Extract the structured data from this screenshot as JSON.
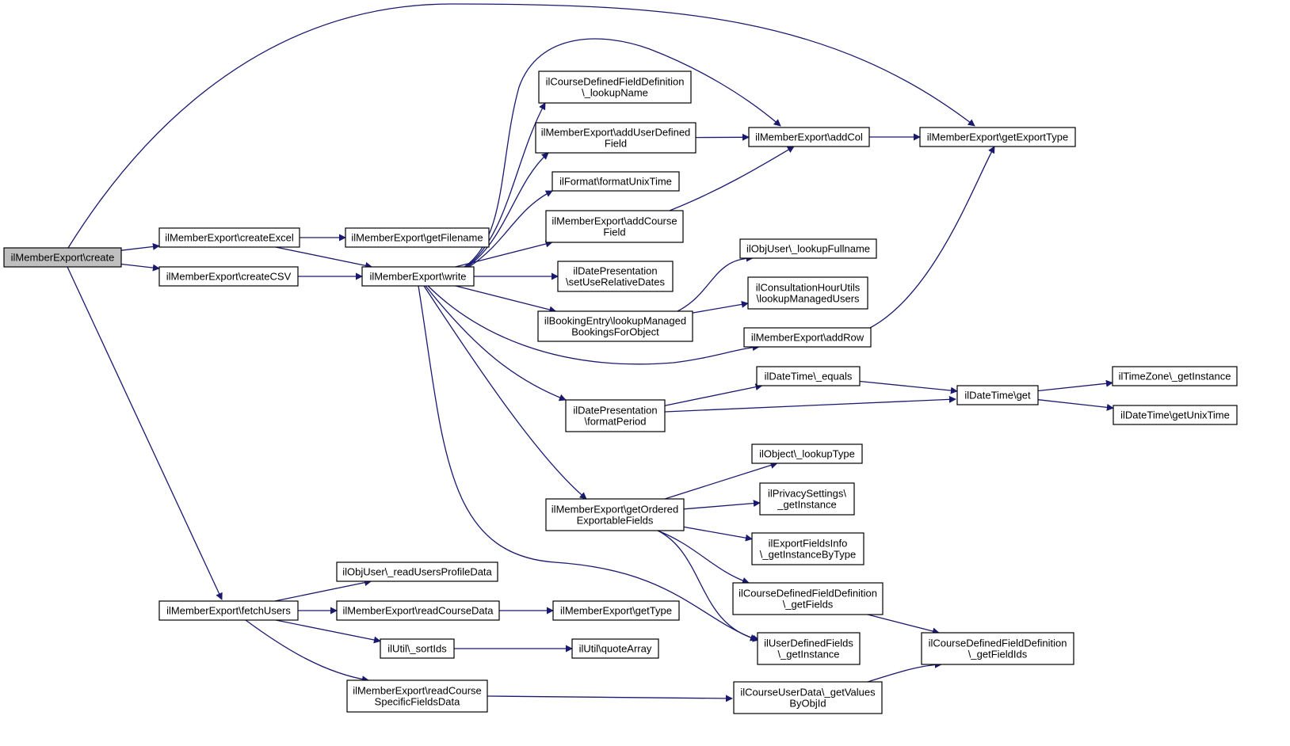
{
  "colors": {
    "edge": "#191970",
    "root_fill": "#bfbfbf",
    "node_fill": "#ffffff",
    "node_border": "#000000"
  },
  "nodes": [
    {
      "id": "create",
      "lines": [
        "ilMemberExport\\create"
      ],
      "root": true
    },
    {
      "id": "createExcel",
      "lines": [
        "ilMemberExport\\createExcel"
      ]
    },
    {
      "id": "createCSV",
      "lines": [
        "ilMemberExport\\createCSV"
      ]
    },
    {
      "id": "getFilename",
      "lines": [
        "ilMemberExport\\getFilename"
      ]
    },
    {
      "id": "write",
      "lines": [
        "ilMemberExport\\write"
      ]
    },
    {
      "id": "lookupName",
      "lines": [
        "ilCourseDefinedFieldDefinition",
        "\\_lookupName"
      ]
    },
    {
      "id": "addUserDefinedField",
      "lines": [
        "ilMemberExport\\addUserDefined",
        "Field"
      ]
    },
    {
      "id": "formatUnixTime",
      "lines": [
        "ilFormat\\formatUnixTime"
      ]
    },
    {
      "id": "addCourseField",
      "lines": [
        "ilMemberExport\\addCourse",
        "Field"
      ]
    },
    {
      "id": "setUseRelativeDates",
      "lines": [
        "ilDatePresentation",
        "\\setUseRelativeDates"
      ]
    },
    {
      "id": "lookupManagedBookings",
      "lines": [
        "ilBookingEntry\\lookupManaged",
        "BookingsForObject"
      ]
    },
    {
      "id": "addCol",
      "lines": [
        "ilMemberExport\\addCol"
      ]
    },
    {
      "id": "getExportType",
      "lines": [
        "ilMemberExport\\getExportType"
      ]
    },
    {
      "id": "lookupFullname",
      "lines": [
        "ilObjUser\\_lookupFullname"
      ]
    },
    {
      "id": "lookupManagedUsers",
      "lines": [
        "ilConsultationHourUtils",
        "\\lookupManagedUsers"
      ]
    },
    {
      "id": "addRow",
      "lines": [
        "ilMemberExport\\addRow"
      ]
    },
    {
      "id": "equals",
      "lines": [
        "ilDateTime\\_equals"
      ]
    },
    {
      "id": "formatPeriod",
      "lines": [
        "ilDatePresentation",
        "\\formatPeriod"
      ]
    },
    {
      "id": "dtGet",
      "lines": [
        "ilDateTime\\get"
      ]
    },
    {
      "id": "tzGetInstance",
      "lines": [
        "ilTimeZone\\_getInstance"
      ]
    },
    {
      "id": "getUnixTime",
      "lines": [
        "ilDateTime\\getUnixTime"
      ]
    },
    {
      "id": "lookupType",
      "lines": [
        "ilObject\\_lookupType"
      ]
    },
    {
      "id": "privacyGetInstance",
      "lines": [
        "ilPrivacySettings\\",
        "_getInstance"
      ]
    },
    {
      "id": "getOrderedExportableFields",
      "lines": [
        "ilMemberExport\\getOrdered",
        "ExportableFields"
      ]
    },
    {
      "id": "exportFieldsInfo",
      "lines": [
        "ilExportFieldsInfo",
        "\\_getInstanceByType"
      ]
    },
    {
      "id": "cdfGetFields",
      "lines": [
        "ilCourseDefinedFieldDefinition",
        "\\_getFields"
      ]
    },
    {
      "id": "udfGetInstance",
      "lines": [
        "ilUserDefinedFields",
        "\\_getInstance"
      ]
    },
    {
      "id": "cdfGetFieldIds",
      "lines": [
        "ilCourseDefinedFieldDefinition",
        "\\_getFieldIds"
      ]
    },
    {
      "id": "readUsersProfileData",
      "lines": [
        "ilObjUser\\_readUsersProfileData"
      ]
    },
    {
      "id": "fetchUsers",
      "lines": [
        "ilMemberExport\\fetchUsers"
      ]
    },
    {
      "id": "readCourseData",
      "lines": [
        "ilMemberExport\\readCourseData"
      ]
    },
    {
      "id": "getType",
      "lines": [
        "ilMemberExport\\getType"
      ]
    },
    {
      "id": "sortIds",
      "lines": [
        "ilUtil\\_sortIds"
      ]
    },
    {
      "id": "quoteArray",
      "lines": [
        "ilUtil\\quoteArray"
      ]
    },
    {
      "id": "readCourseSpecificFieldsData",
      "lines": [
        "ilMemberExport\\readCourse",
        "SpecificFieldsData"
      ]
    },
    {
      "id": "getValuesByObjId",
      "lines": [
        "ilCourseUserData\\_getValues",
        "ByObjId"
      ]
    }
  ],
  "edges": [
    [
      "create",
      "createExcel"
    ],
    [
      "create",
      "createCSV"
    ],
    [
      "create",
      "getExportType"
    ],
    [
      "create",
      "fetchUsers"
    ],
    [
      "createExcel",
      "getFilename"
    ],
    [
      "createExcel",
      "write"
    ],
    [
      "createCSV",
      "write"
    ],
    [
      "write",
      "lookupName"
    ],
    [
      "write",
      "addUserDefinedField"
    ],
    [
      "write",
      "formatUnixTime"
    ],
    [
      "write",
      "addCourseField"
    ],
    [
      "write",
      "setUseRelativeDates"
    ],
    [
      "write",
      "lookupManagedBookings"
    ],
    [
      "write",
      "addCol"
    ],
    [
      "write",
      "addRow"
    ],
    [
      "write",
      "formatPeriod"
    ],
    [
      "write",
      "getOrderedExportableFields"
    ],
    [
      "write",
      "udfGetInstance"
    ],
    [
      "addUserDefinedField",
      "addCol"
    ],
    [
      "addCourseField",
      "addCol"
    ],
    [
      "addCol",
      "getExportType"
    ],
    [
      "addRow",
      "getExportType"
    ],
    [
      "lookupManagedBookings",
      "lookupFullname"
    ],
    [
      "lookupManagedBookings",
      "lookupManagedUsers"
    ],
    [
      "formatPeriod",
      "equals"
    ],
    [
      "formatPeriod",
      "dtGet"
    ],
    [
      "equals",
      "dtGet"
    ],
    [
      "dtGet",
      "tzGetInstance"
    ],
    [
      "dtGet",
      "getUnixTime"
    ],
    [
      "getOrderedExportableFields",
      "lookupType"
    ],
    [
      "getOrderedExportableFields",
      "privacyGetInstance"
    ],
    [
      "getOrderedExportableFields",
      "exportFieldsInfo"
    ],
    [
      "getOrderedExportableFields",
      "cdfGetFields"
    ],
    [
      "getOrderedExportableFields",
      "udfGetInstance"
    ],
    [
      "cdfGetFields",
      "cdfGetFieldIds"
    ],
    [
      "fetchUsers",
      "readUsersProfileData"
    ],
    [
      "fetchUsers",
      "readCourseData"
    ],
    [
      "fetchUsers",
      "sortIds"
    ],
    [
      "fetchUsers",
      "readCourseSpecificFieldsData"
    ],
    [
      "readCourseData",
      "getType"
    ],
    [
      "sortIds",
      "quoteArray"
    ],
    [
      "readCourseSpecificFieldsData",
      "getValuesByObjId"
    ],
    [
      "getValuesByObjId",
      "cdfGetFieldIds"
    ]
  ]
}
